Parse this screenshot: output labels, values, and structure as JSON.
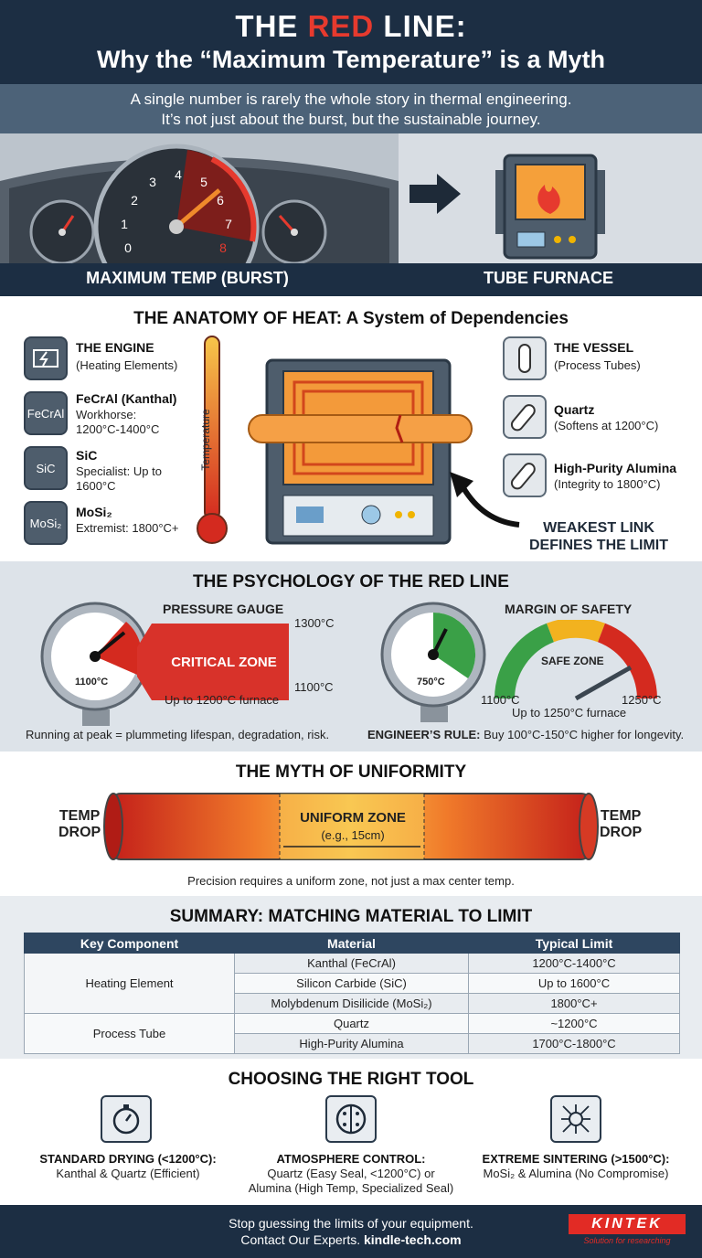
{
  "header": {
    "title_a": "THE ",
    "title_red": "RED",
    "title_b": " LINE:",
    "subtitle": "Why the “Maximum Temperature” is a Myth"
  },
  "intro": {
    "line1": "A single number is rarely the whole story in thermal engineering.",
    "line2": "It’s not just about the burst, but the sustainable journey."
  },
  "hero": {
    "left_label": "MAXIMUM TEMP (BURST)",
    "right_label": "TUBE FURNACE",
    "tach_numbers": [
      "0",
      "1",
      "2",
      "3",
      "4",
      "5",
      "6",
      "7",
      "8"
    ]
  },
  "anatomy": {
    "title": "THE ANATOMY OF HEAT: A System of Dependencies",
    "engine_title": "THE ENGINE",
    "engine_desc": "(Heating Elements)",
    "fecral_icon": "FeCrAl",
    "fecral_title": "FeCrAl (Kanthal)",
    "fecral_d1": "Workhorse:",
    "fecral_d2": "1200°C-1400°C",
    "sic_icon": "SiC",
    "sic_title": "SiC",
    "sic_d1": "Specialist: Up to",
    "sic_d2": "1600°C",
    "mosi_icon": "MoSi₂",
    "mosi_title": "MoSi₂",
    "mosi_d1": "Extremist: 1800°C+",
    "thermo_label": "Temperature",
    "vessel_title": "THE VESSEL",
    "vessel_desc": "(Process Tubes)",
    "quartz_title": "Quartz",
    "quartz_desc": "(Softens at 1200°C)",
    "alumina_title": "High-Purity Alumina",
    "alumina_desc": "(Integrity to 1800°C)",
    "weak_1": "WEAKEST LINK",
    "weak_2": "DEFINES THE LIMIT"
  },
  "psych": {
    "title": "THE PSYCHOLOGY OF THE RED LINE",
    "gauge1_title": "PRESSURE GAUGE",
    "gauge1_value": "1100°C",
    "critical": "CRITICAL ZONE",
    "top_temp": "1300°C",
    "bottom_temp": "1100°C",
    "furnace_note": "Up to 1200°C furnace",
    "note_left": "Running at peak = plummeting lifespan, degradation, risk.",
    "gauge2_title": "MARGIN OF SAFETY",
    "gauge2_value": "750°C",
    "safe_zone": "SAFE ZONE",
    "arc_left": "1100°C",
    "arc_right": "1250°C",
    "furnace_note2": "Up to 1250°C furnace",
    "rule_bold": "ENGINEER’S RULE:",
    "rule_text": " Buy 100°C-150°C higher for longevity."
  },
  "uniformity": {
    "title": "THE MYTH OF UNIFORMITY",
    "left_1": "TEMP",
    "left_2": "DROP",
    "right_1": "TEMP",
    "right_2": "DROP",
    "zone": "UNIFORM ZONE",
    "zone_sub": "(e.g., 15cm)",
    "note": "Precision requires a uniform zone, not just a max center temp."
  },
  "summary": {
    "title": "SUMMARY: MATCHING MATERIAL TO LIMIT",
    "headers": [
      "Key Component",
      "Material",
      "Typical Limit"
    ],
    "group1": "Heating Element",
    "group2": "Process Tube",
    "rows": [
      {
        "material": "Kanthal (FeCrAl)",
        "limit": "1200°C-1400°C"
      },
      {
        "material": "Silicon Carbide (SiC)",
        "limit": "Up to 1600°C"
      },
      {
        "material": "Molybdenum Disilicide (MoSi₂)",
        "limit": "1800°C+"
      },
      {
        "material": "Quartz",
        "limit": "~1200°C"
      },
      {
        "material": "High-Purity Alumina",
        "limit": "1700°C-1800°C"
      }
    ]
  },
  "tools": {
    "title": "CHOOSING THE RIGHT TOOL",
    "t1_title": "STANDARD DRYING (<1200°C):",
    "t1_desc": "Kanthal & Quartz (Efficient)",
    "t2_title": "ATMOSPHERE CONTROL:",
    "t2_d1": "Quartz (Easy Seal, <1200°C) or",
    "t2_d2": "Alumina (High Temp, Specialized Seal)",
    "t3_title": "EXTREME SINTERING (>1500°C):",
    "t3_desc": "MoSi₂ & Alumina (No Compromise)"
  },
  "footer": {
    "line1": "Stop guessing the limits of your equipment.",
    "line2_a": "Contact Our Experts. ",
    "line2_b": "kindle-tech.com",
    "logo": "KINTEK",
    "tagline": "Solution for researching"
  },
  "colors": {
    "navy": "#1c2e43",
    "red": "#e63a2e",
    "orange": "#f5a03a"
  }
}
